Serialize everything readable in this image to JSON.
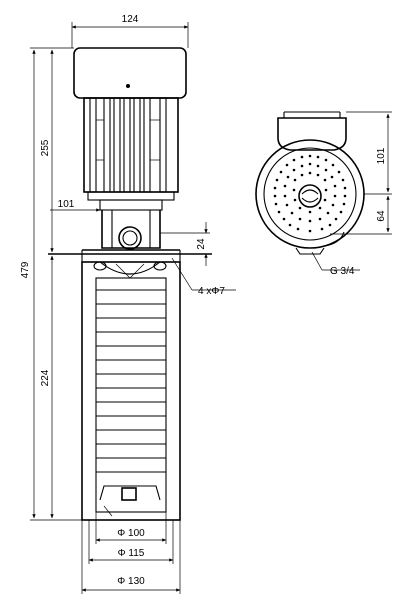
{
  "dimensions": {
    "motor_width": "124",
    "motor_height": "255",
    "overall_height": "479",
    "shaft_offset": "101",
    "side_motor_height": "101",
    "side_lower_height": "64",
    "inlet_height": "24",
    "pipe_length": "224",
    "inner_diameter": "Φ 100",
    "mid_diameter": "Φ 115",
    "outer_diameter": "Φ 130",
    "bolt_holes": "4 xΦ7",
    "thread": "G 3/4"
  }
}
